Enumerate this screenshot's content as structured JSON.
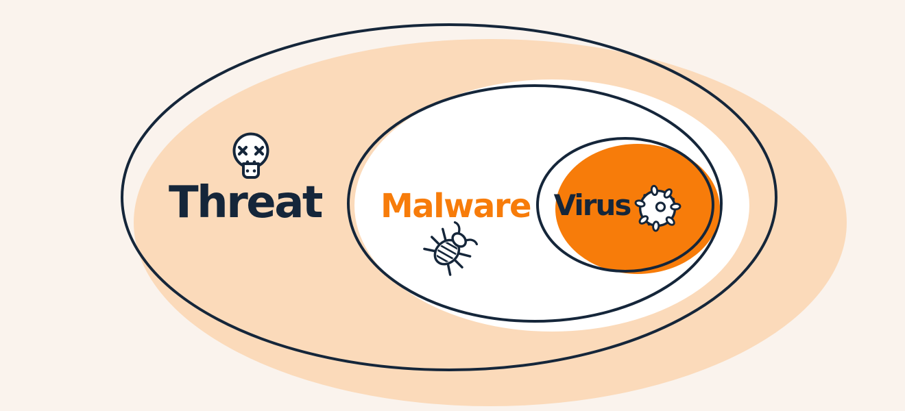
{
  "diagram": {
    "type": "euler-set-diagram",
    "description": "Nested set diagram: Virus is a subset of Malware, which is a subset of Threat",
    "sets": [
      {
        "id": "threat",
        "label": "Threat",
        "icon": "skull-icon",
        "fill": "peach",
        "label_color": "navy",
        "contains": [
          "malware",
          "virus"
        ]
      },
      {
        "id": "malware",
        "label": "Malware",
        "icon": "bug-icon",
        "fill": "white",
        "label_color": "orange",
        "contains": [
          "virus"
        ]
      },
      {
        "id": "virus",
        "label": "Virus",
        "icon": "virus-icon",
        "fill": "orange",
        "label_color": "navy",
        "contains": []
      }
    ]
  },
  "colors": {
    "background": "#FAF3ED",
    "peach": "#FBDABA",
    "orange": "#F77C0A",
    "navy": "#15263A",
    "white": "#FFFFFF"
  }
}
